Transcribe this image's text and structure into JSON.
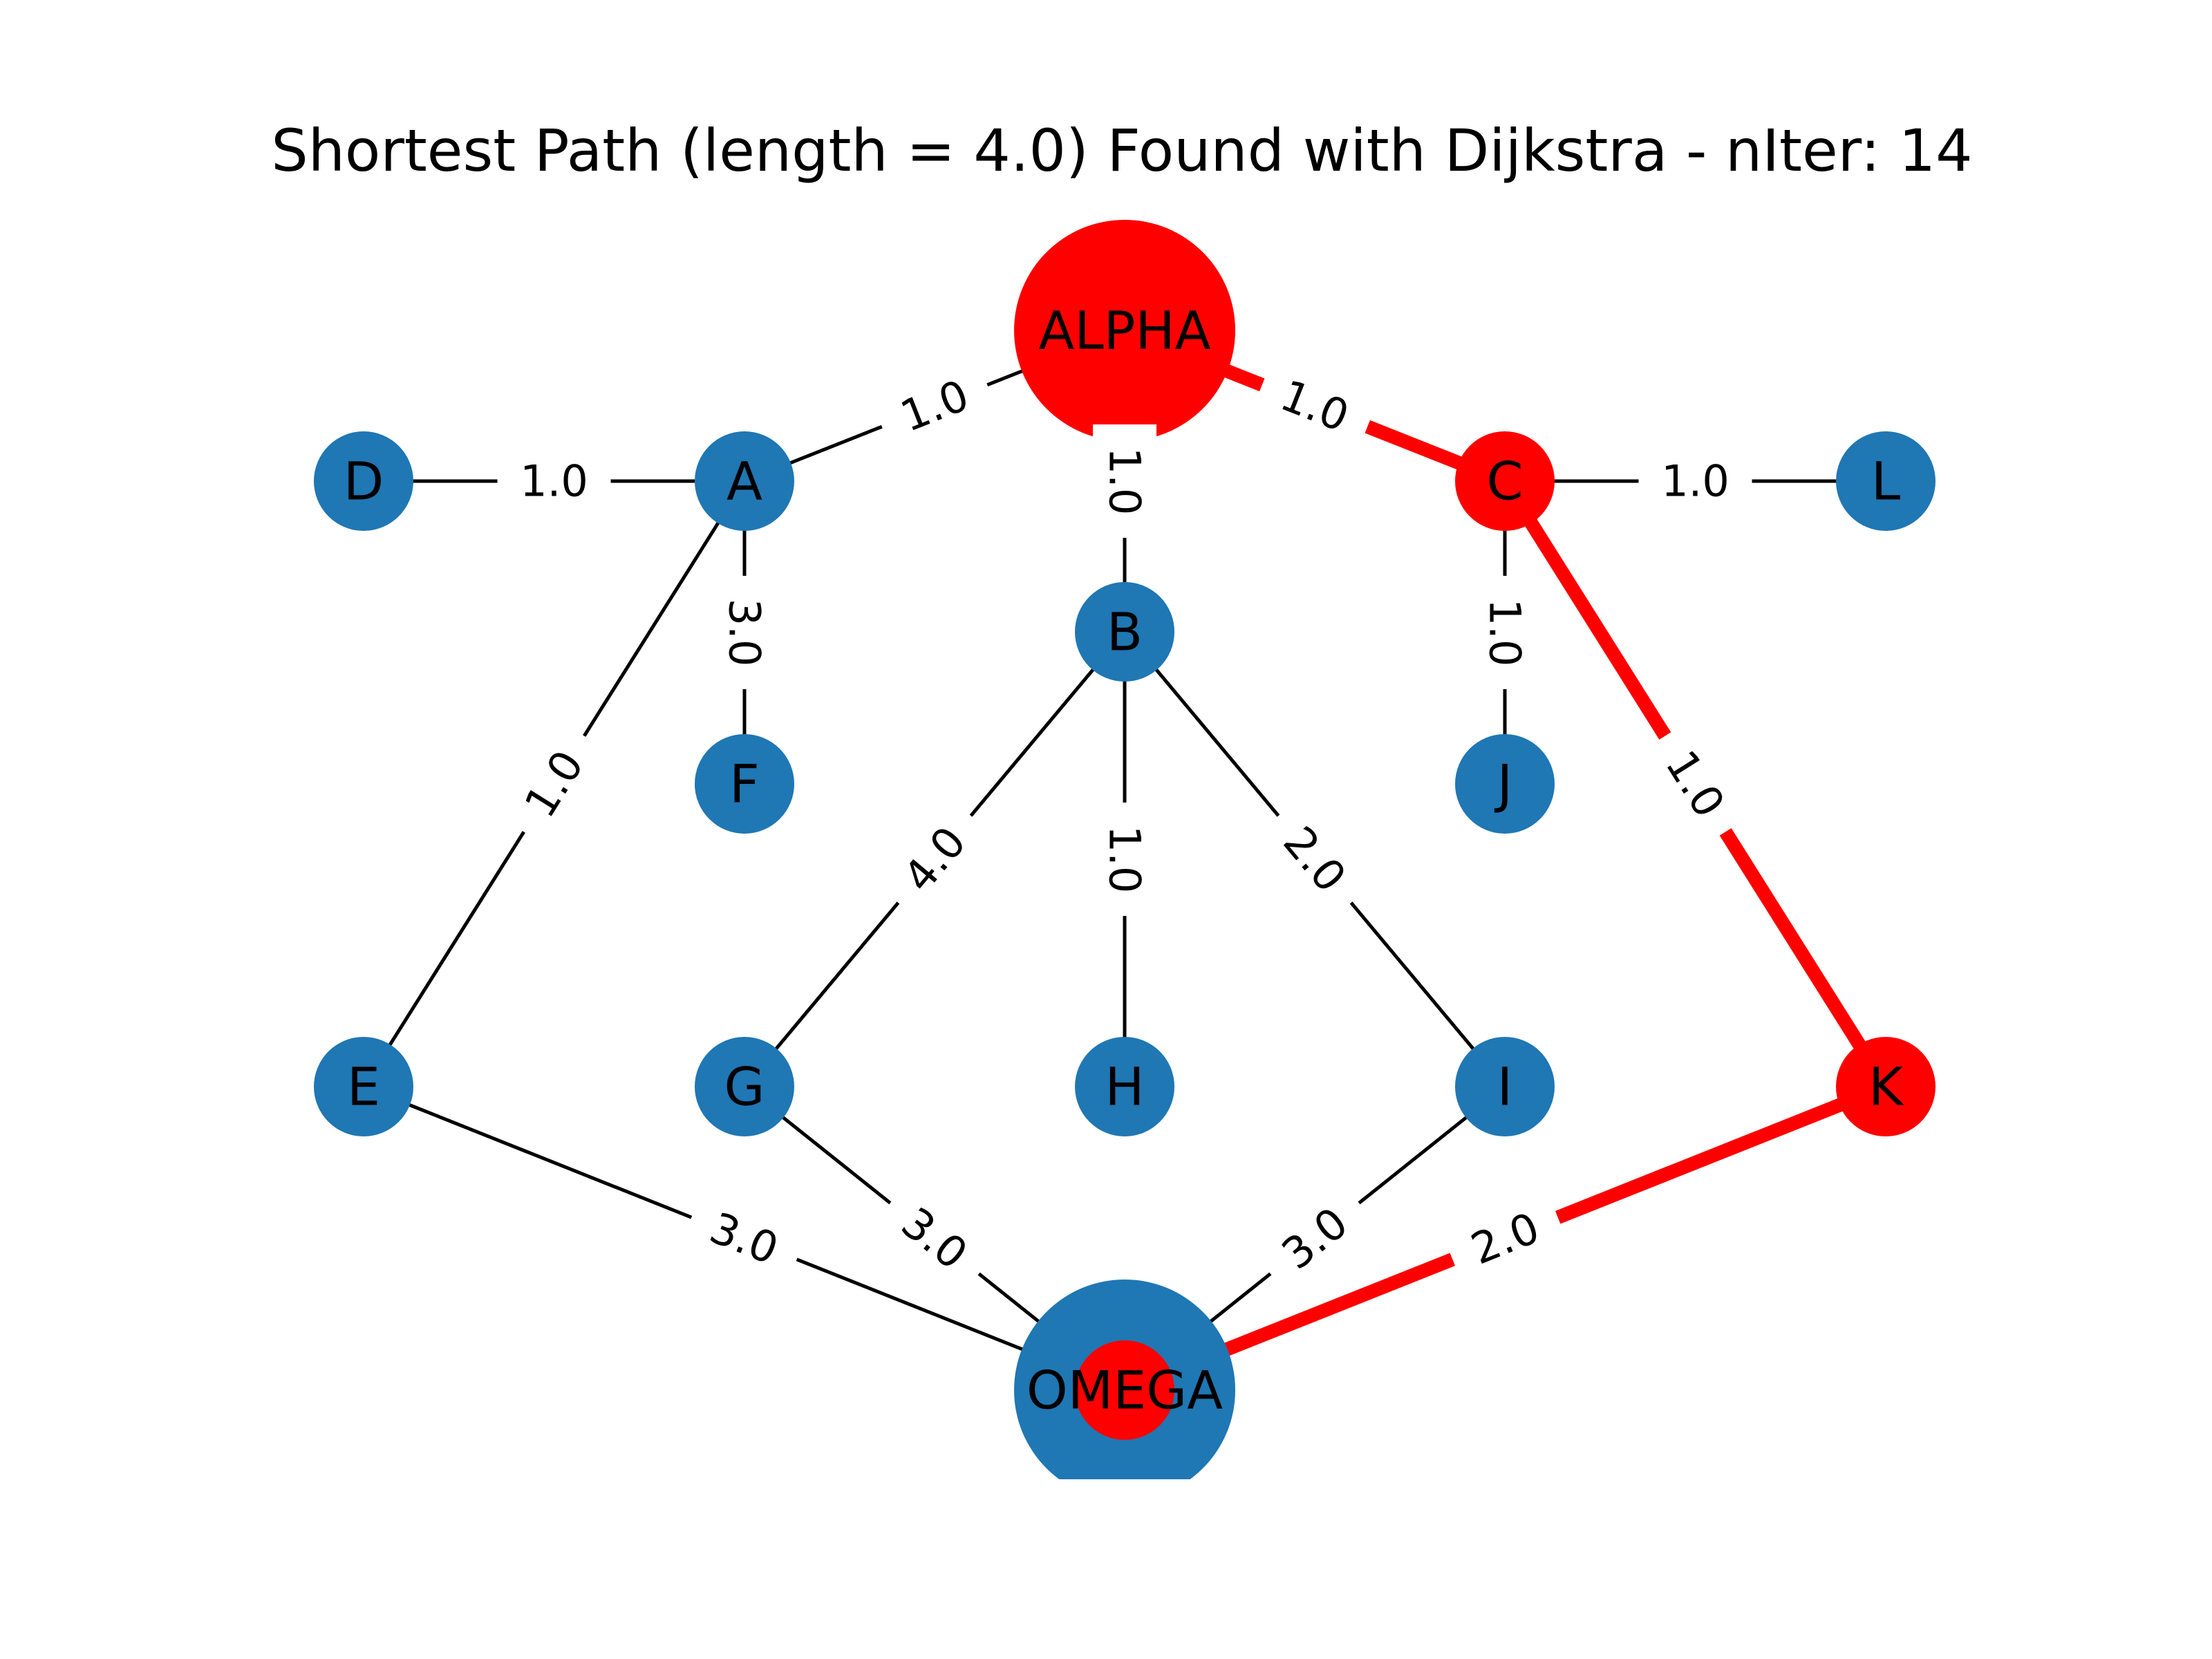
{
  "title": "Shortest Path (length = 4.0) Found with Dijkstra - nIter: 14",
  "colors": {
    "default_node": "#1f77b4",
    "path": "#ff0000",
    "edge": "#000000",
    "background": "#ffffff"
  },
  "nodes": [
    {
      "id": "ALPHA",
      "label": "ALPHA",
      "color": "#ff0000",
      "size": "large"
    },
    {
      "id": "D",
      "label": "D",
      "color": "#1f77b4",
      "size": "small"
    },
    {
      "id": "A",
      "label": "A",
      "color": "#1f77b4",
      "size": "small"
    },
    {
      "id": "C",
      "label": "C",
      "color": "#ff0000",
      "size": "small"
    },
    {
      "id": "L",
      "label": "L",
      "color": "#1f77b4",
      "size": "small"
    },
    {
      "id": "B",
      "label": "B",
      "color": "#1f77b4",
      "size": "small"
    },
    {
      "id": "F",
      "label": "F",
      "color": "#1f77b4",
      "size": "small"
    },
    {
      "id": "J",
      "label": "J",
      "color": "#1f77b4",
      "size": "small"
    },
    {
      "id": "E",
      "label": "E",
      "color": "#1f77b4",
      "size": "small"
    },
    {
      "id": "G",
      "label": "G",
      "color": "#1f77b4",
      "size": "small"
    },
    {
      "id": "H",
      "label": "H",
      "color": "#1f77b4",
      "size": "small"
    },
    {
      "id": "I",
      "label": "I",
      "color": "#1f77b4",
      "size": "small"
    },
    {
      "id": "K",
      "label": "K",
      "color": "#ff0000",
      "size": "small"
    },
    {
      "id": "OMEGA",
      "label": "OMEGA",
      "color": "#1f77b4",
      "size": "large",
      "inner_marker_color": "#ff0000"
    }
  ],
  "edges": [
    {
      "source": "D",
      "target": "A",
      "weight": "1.0",
      "on_path": false
    },
    {
      "source": "A",
      "target": "ALPHA",
      "weight": "1.0",
      "on_path": false
    },
    {
      "source": "ALPHA",
      "target": "C",
      "weight": "1.0",
      "on_path": true
    },
    {
      "source": "C",
      "target": "L",
      "weight": "1.0",
      "on_path": false
    },
    {
      "source": "ALPHA",
      "target": "B",
      "weight": "1.0",
      "on_path": false
    },
    {
      "source": "A",
      "target": "F",
      "weight": "3.0",
      "on_path": false
    },
    {
      "source": "C",
      "target": "J",
      "weight": "1.0",
      "on_path": false
    },
    {
      "source": "A",
      "target": "E",
      "weight": "1.0",
      "on_path": false
    },
    {
      "source": "C",
      "target": "K",
      "weight": "1.0",
      "on_path": true
    },
    {
      "source": "B",
      "target": "G",
      "weight": "4.0",
      "on_path": false
    },
    {
      "source": "B",
      "target": "H",
      "weight": "1.0",
      "on_path": false
    },
    {
      "source": "B",
      "target": "I",
      "weight": "2.0",
      "on_path": false
    },
    {
      "source": "E",
      "target": "OMEGA",
      "weight": "3.0",
      "on_path": false
    },
    {
      "source": "G",
      "target": "OMEGA",
      "weight": "3.0",
      "on_path": false
    },
    {
      "source": "I",
      "target": "OMEGA",
      "weight": "3.0",
      "on_path": false
    },
    {
      "source": "K",
      "target": "OMEGA",
      "weight": "2.0",
      "on_path": true
    }
  ]
}
